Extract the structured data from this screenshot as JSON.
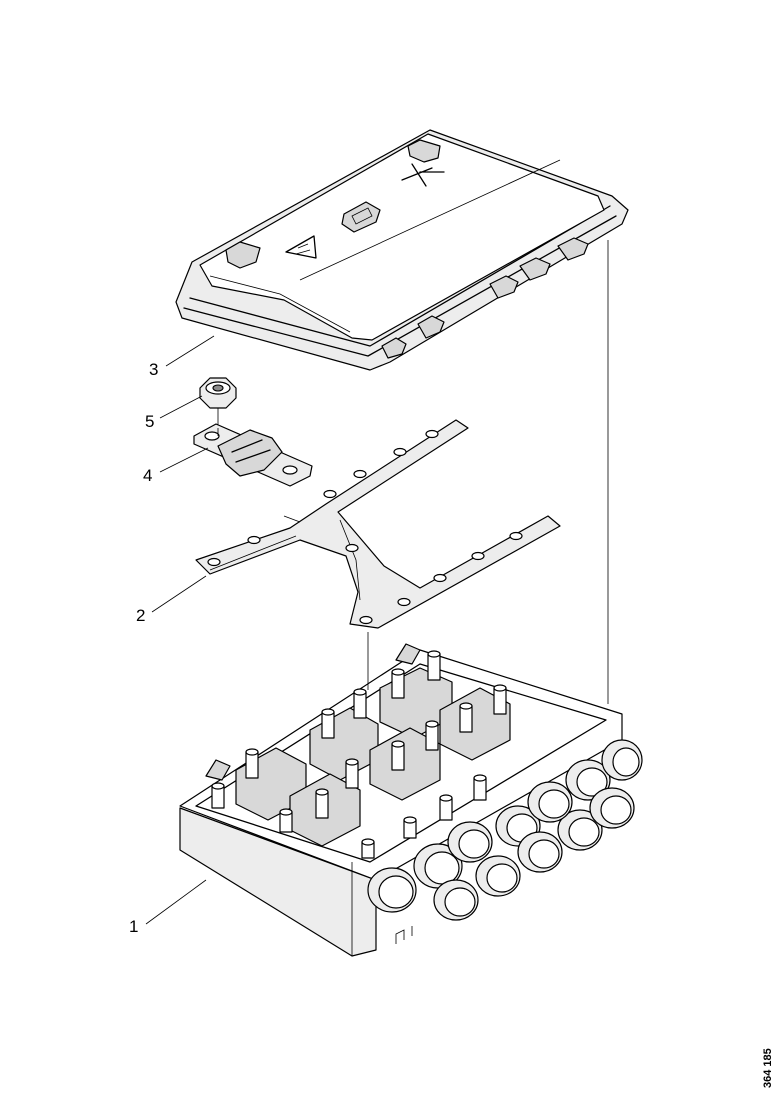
{
  "callouts": {
    "p1": "1",
    "p2": "2",
    "p3": "3",
    "p4": "4",
    "p5": "5"
  },
  "drawing_number": "364 185",
  "colors": {
    "line": "#000000",
    "background": "#ffffff",
    "shade": "#d8d8d8"
  }
}
